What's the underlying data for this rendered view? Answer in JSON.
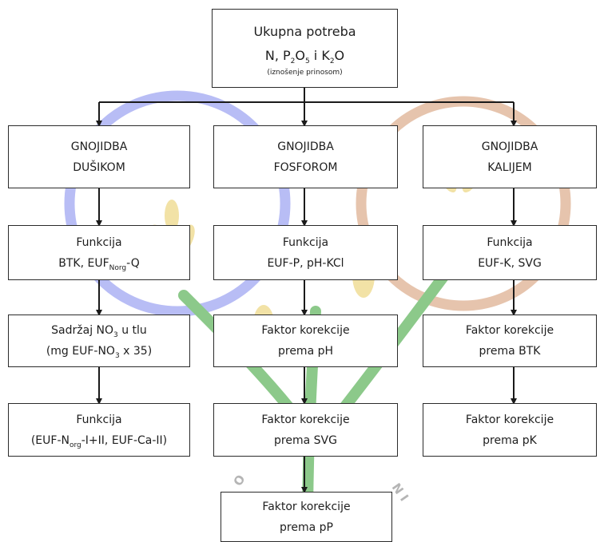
{
  "colors": {
    "box_border": "#2b2b2b",
    "line": "#1a1a1a",
    "circle_left": "#b8bdf5",
    "circle_right": "#e6c4ad",
    "wheat": "#f2e2a6",
    "plant_green": "#8cc98a"
  },
  "top": {
    "line1": "Ukupna potreba",
    "line2_n": "N, P",
    "line2_p_sub": "2",
    "line2_o": "O",
    "line2_o_sub": "5",
    "line2_i": " i K",
    "line2_k_sub": "2",
    "line2_end": "O",
    "line3": "(iznošenje prinosom)"
  },
  "columns": {
    "n": {
      "header": [
        "GNOJIDBA",
        "DUŠIKOM"
      ],
      "func_title": "Funkcija",
      "func_pre": "BTK, EUF",
      "func_sub": "Norg",
      "func_post": "-Q",
      "content_pre": "Sadržaj NO",
      "content_sub": "3",
      "content_post": " u tlu",
      "content_line2_pre": "(mg EUF-NO",
      "content_line2_sub": "3",
      "content_line2_post": " x 35)",
      "func2_title": "Funkcija",
      "func2_pre": "(EUF-N",
      "func2_sub": "org",
      "func2_post": "-I+II, EUF-Ca-II)"
    },
    "p": {
      "header": [
        "GNOJIDBA",
        "FOSFOROM"
      ],
      "func_title": "Funkcija",
      "func_line2": "EUF-P, pH-KCl",
      "corr1": [
        "Faktor korekcije",
        "prema pH"
      ],
      "corr2": [
        "Faktor korekcije",
        "prema SVG"
      ],
      "corr3": [
        "Faktor korekcije",
        "prema pP"
      ]
    },
    "k": {
      "header": [
        "GNOJIDBA",
        "KALIJEM"
      ],
      "func_title": "Funkcija",
      "func_line2": "EUF-K, SVG",
      "corr1": [
        "Faktor korekcije",
        "prema BTK"
      ],
      "corr2": [
        "Faktor korekcije",
        "prema pK"
      ]
    }
  }
}
